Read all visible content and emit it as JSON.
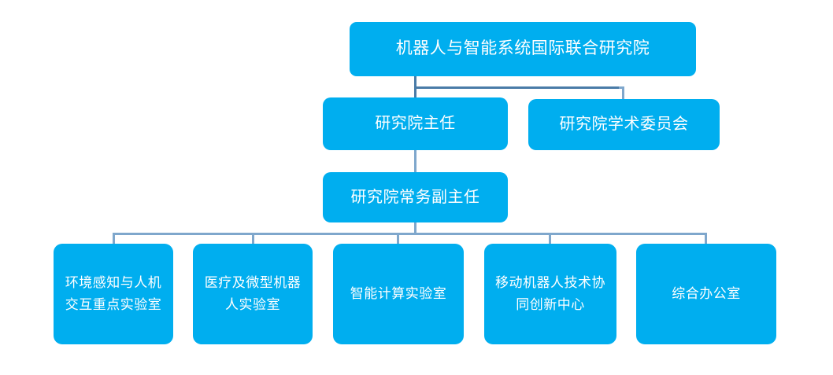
{
  "diagram": {
    "type": "org-chart",
    "title_text": "机器人与智能系统国际联合研究院",
    "colors": {
      "node_fill": "#00AEEF",
      "node_text": "#FFFFFF",
      "connector_dark": "#4A7CA8",
      "connector_light": "#7FA7CC",
      "background": "#FFFFFF"
    },
    "levels": [
      {
        "level": 0,
        "nodes": [
          {
            "id": "root",
            "label": "机器人与智能系统国际联合研究院"
          }
        ]
      },
      {
        "level": 1,
        "nodes": [
          {
            "id": "director",
            "label": "研究院主任"
          },
          {
            "id": "committee",
            "label": "研究院学术委员会"
          }
        ]
      },
      {
        "level": 2,
        "nodes": [
          {
            "id": "deputy",
            "label": "研究院常务副主任"
          }
        ]
      },
      {
        "level": 3,
        "nodes": [
          {
            "id": "leaf-0",
            "label": "环境感知与人机交互重点实验室"
          },
          {
            "id": "leaf-1",
            "label": "医疗及微型机器人实验室"
          },
          {
            "id": "leaf-2",
            "label": "智能计算实验室"
          },
          {
            "id": "leaf-3",
            "label": "移动机器人技术协同创新中心"
          },
          {
            "id": "leaf-4",
            "label": "综合办公室"
          }
        ]
      }
    ],
    "edges": [
      {
        "from": "root",
        "to": "director"
      },
      {
        "from": "root",
        "to": "committee"
      },
      {
        "from": "director",
        "to": "deputy"
      },
      {
        "from": "deputy",
        "to": "leaf-0"
      },
      {
        "from": "deputy",
        "to": "leaf-1"
      },
      {
        "from": "deputy",
        "to": "leaf-2"
      },
      {
        "from": "deputy",
        "to": "leaf-3"
      },
      {
        "from": "deputy",
        "to": "leaf-4"
      }
    ]
  }
}
